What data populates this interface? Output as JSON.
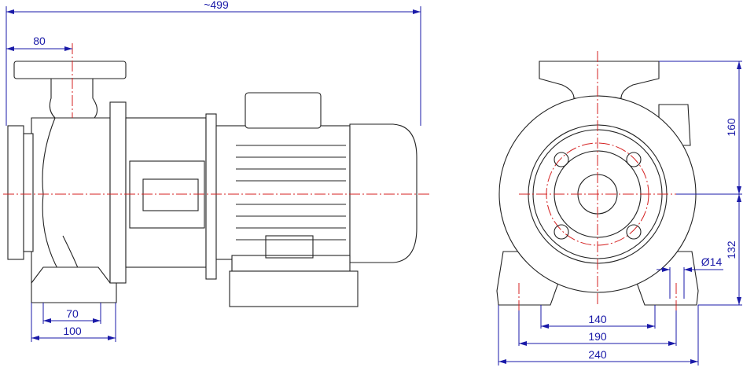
{
  "drawing": {
    "title": "Centrifugal pump dimensional drawing",
    "colors": {
      "outline": "#222222",
      "centerline": "#d42020",
      "dimension": "#1a1aa8"
    },
    "side_view": {
      "overall_length": "~499",
      "flange_offset": "80",
      "foot_hole_spacing": "70",
      "foot_width": "100"
    },
    "front_view": {
      "height_to_outlet": "160",
      "shaft_height": "132",
      "hole_diameter": "Ø14",
      "inner_foot_span": "140",
      "hole_spacing": "190",
      "overall_width": "240"
    }
  }
}
